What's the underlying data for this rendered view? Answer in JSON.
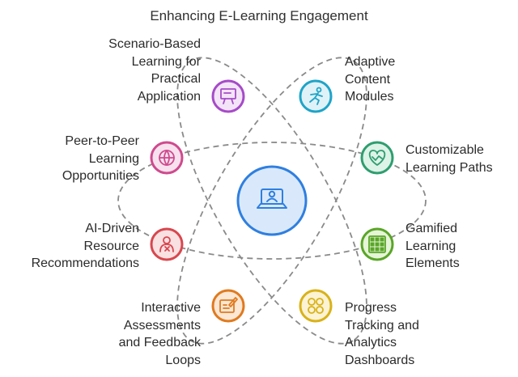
{
  "title": "Enhancing E-Learning Engagement",
  "center": {
    "icon": "laptop-user-icon",
    "color": "#2f7fe0",
    "fill": "#d9e9fb"
  },
  "nodes": [
    {
      "key": "scenario",
      "label": "Scenario-Based\nLearning for\nPractical\nApplication",
      "icon": "presentation-icon",
      "color": "#a64bc8",
      "fill": "#f3e4f8"
    },
    {
      "key": "adaptive",
      "label": "Adaptive\nContent\nModules",
      "icon": "runner-icon",
      "color": "#1fa4c8",
      "fill": "#dff2f8"
    },
    {
      "key": "customizable",
      "label": "Customizable\nLearning Paths",
      "icon": "heart-path-icon",
      "color": "#2e9e6f",
      "fill": "#ddf3e8"
    },
    {
      "key": "gamified",
      "label": "Gamified\nLearning\nElements",
      "icon": "grid-game-icon",
      "color": "#5aa628",
      "fill": "#e6f4d8"
    },
    {
      "key": "progress",
      "label": "Progress\nTracking and\nAnalytics\nDashboards",
      "icon": "dashboard-dots-icon",
      "color": "#d9b21a",
      "fill": "#fbf3d3"
    },
    {
      "key": "assessments",
      "label": "Interactive\nAssessments\nand Feedback\nLoops",
      "icon": "edit-board-icon",
      "color": "#e07a1f",
      "fill": "#fbe7d3"
    },
    {
      "key": "ai",
      "label": "AI-Driven\nResource\nRecommendations",
      "icon": "ai-person-icon",
      "color": "#d8474e",
      "fill": "#f9e0e1"
    },
    {
      "key": "peer",
      "label": "Peer-to-Peer\nLearning\nOpportunities",
      "icon": "globe-peer-icon",
      "color": "#cf4a8e",
      "fill": "#f8e1ee"
    }
  ]
}
